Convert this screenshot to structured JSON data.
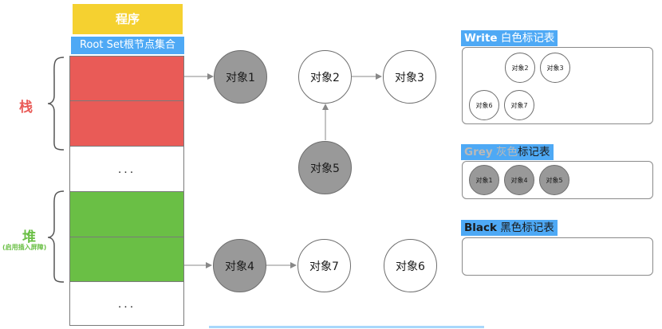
{
  "program_label": "程序",
  "root_set_label": "Root Set根节点集合",
  "stack": {
    "label": "栈",
    "cells": [
      "",
      "",
      "..."
    ]
  },
  "heap": {
    "label": "堆",
    "sublabel": "(启用插入屏障)",
    "cells": [
      "",
      "",
      "..."
    ]
  },
  "objects": {
    "obj1": "对象1",
    "obj2": "对象2",
    "obj3": "对象3",
    "obj4": "对象4",
    "obj5": "对象5",
    "obj6": "对象6",
    "obj7": "对象7"
  },
  "tables": {
    "white": {
      "title_en": "Write",
      "title_zh": " 白色标记表",
      "items": [
        "对象2",
        "对象3",
        "对象6",
        "对象7"
      ]
    },
    "grey": {
      "title_en": "Grey",
      "title_zh_grey": " 灰色",
      "title_zh": "标记表",
      "items": [
        "对象1",
        "对象4",
        "对象5"
      ]
    },
    "black": {
      "title_en": "Black",
      "title_zh": " 黑色标记表",
      "items": []
    }
  },
  "colors": {
    "program": "#f5d130",
    "root_set": "#4ea9f5",
    "stack": "#e95b57",
    "heap": "#6abf45",
    "grey_object": "#999999",
    "white_object": "#ffffff"
  }
}
